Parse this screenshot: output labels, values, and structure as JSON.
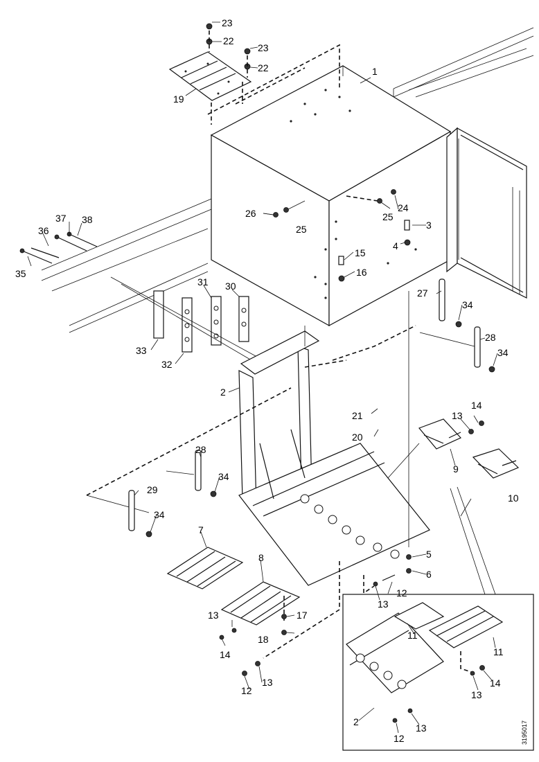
{
  "drawing": {
    "code": "3195017"
  },
  "callouts": {
    "c1": "1",
    "c2": "2",
    "c2b": "2",
    "c3": "3",
    "c4": "4",
    "c5": "5",
    "c6": "6",
    "c7": "7",
    "c8": "8",
    "c9": "9",
    "c10": "10",
    "c11a": "11",
    "c11b": "11",
    "c12a": "12",
    "c12b": "12",
    "c12c": "12",
    "c13a": "13",
    "c13b": "13",
    "c13c": "13",
    "c13d": "13",
    "c13e": "13",
    "c13f": "13",
    "c14a": "14",
    "c14b": "14",
    "c14c": "14",
    "c15": "15",
    "c16": "16",
    "c17": "17",
    "c18": "18",
    "c19": "19",
    "c20": "20",
    "c21": "21",
    "c22a": "22",
    "c22b": "22",
    "c23a": "23",
    "c23b": "23",
    "c24": "24",
    "c25a": "25",
    "c25b": "25",
    "c26": "26",
    "c27": "27",
    "c28a": "28",
    "c28b": "28",
    "c29": "29",
    "c30": "30",
    "c31": "31",
    "c32": "32",
    "c33": "33",
    "c34a": "34",
    "c34b": "34",
    "c34c": "34",
    "c34d": "34",
    "c35": "35",
    "c36": "36",
    "c37": "37",
    "c38": "38"
  }
}
